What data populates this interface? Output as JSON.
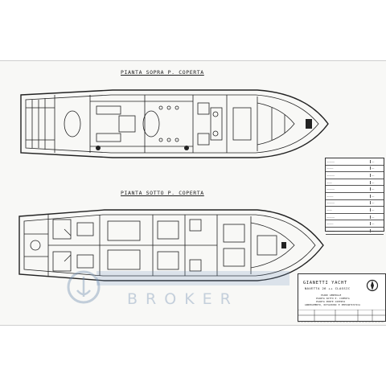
{
  "plans": {
    "upper_title": "PIANTA SOPRA P. COPERTA",
    "lower_title": "PIANTA SOTTO P. COPERTA"
  },
  "title_block": {
    "yard": "GIANETTI YACHT",
    "model": "NAVETTA 26 ++ CLASSIC",
    "lines": [
      "PIANO GENERALE",
      "PIANTA SOTTO P. COPERTA",
      "PIANTA PONTE COPERTA",
      "ARREDAMENTO, DOTAZIONI E IMPIANTISTICA"
    ]
  },
  "watermark": {
    "text": "BROKER"
  },
  "colors": {
    "line": "#222222",
    "sheet": "#f8f8f6",
    "watermark": "#6e8caf"
  },
  "icons": {
    "brand_logo": "compass-logo-icon",
    "watermark_logo": "anchor-circle-icon"
  }
}
